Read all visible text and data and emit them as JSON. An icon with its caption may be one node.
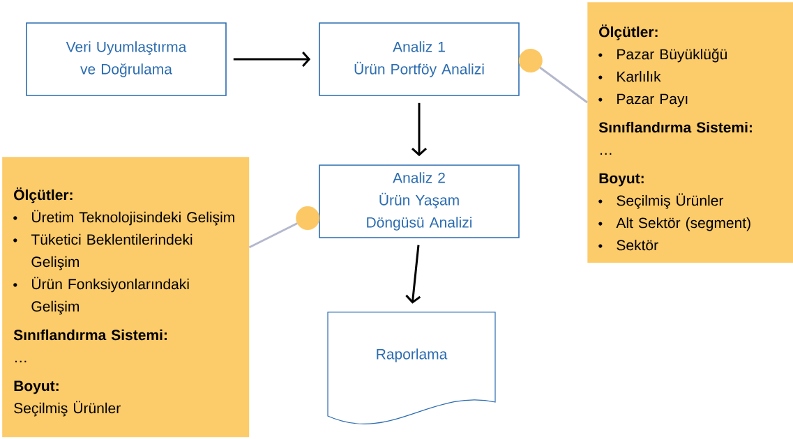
{
  "diagram": {
    "nodes": [
      {
        "text": [
          "Veri Uyumlaştırma ve Doğrulama"
        ]
      },
      {
        "text": [
          "Analiz 1",
          "Ürün Portföy Analizi"
        ]
      },
      {
        "text": [
          "Analiz 2",
          "Ürün Yaşam Döngüsü Analizi"
        ]
      },
      {
        "text": [
          "Raporlama"
        ]
      },
      {
        "text": [
          "Ölçütler:",
          "Pazar Büyüklüğü",
          "Karlılık",
          "Pazar Payı",
          "Sınıflandırma Sistemi:",
          "…",
          "Boyut:",
          "Seçilmiş Ürünler",
          "Alt Sektör (segment)",
          "Sektör"
        ]
      },
      {
        "text": [
          "Ölçütler:",
          "Üretim Teknolojisindeki Gelişim",
          "Tüketici Beklentilerindeki Gelişim",
          "Ürün Fonksiyonlarındaki Gelişim",
          "Sınıflandırma Sistemi:",
          "…",
          "Boyut:",
          "Seçilmiş Ürünler"
        ]
      }
    ],
    "edges": [
      {
        "from": 0,
        "to": 1,
        "arrow": "to"
      },
      {
        "from": 1,
        "to": 2,
        "arrow": "to"
      },
      {
        "from": 2,
        "to": 3,
        "arrow": "to"
      },
      {
        "from": 4,
        "to": 1,
        "arrow": "other",
        "color": "#b4b8cc"
      },
      {
        "from": 5,
        "to": 2,
        "arrow": "other",
        "color": "#b4b8cc"
      }
    ]
  }
}
